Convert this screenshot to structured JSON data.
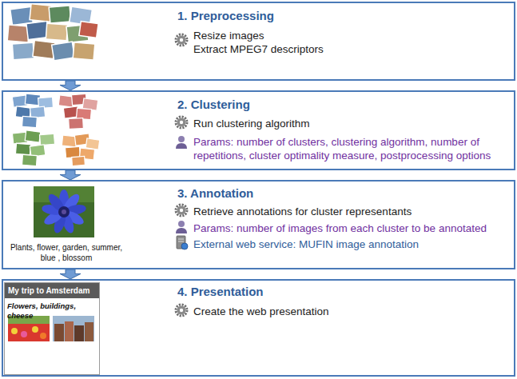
{
  "diagram": {
    "nodes": [
      {
        "text": [
          "1. Preprocessing",
          "Resize images",
          "Extract MPEG7 descriptors"
        ]
      },
      {
        "text": [
          "2. Clustering",
          "Run clustering algorithm",
          "Params: number of clusters, clustering algorithm, number of repetitions, cluster optimality measure, postprocessing options"
        ]
      },
      {
        "text": [
          "3. Annotation",
          "Retrieve annotations for cluster representants",
          "Params: number of images from each cluster to be annotated",
          "External web service: MUFIN image annotation",
          "Plants, flower, garden, summer, blue , blossom"
        ]
      },
      {
        "text": [
          "4. Presentation",
          "Create the web presentation"
        ]
      },
      {
        "text": [
          "My trip to Amsterdam",
          "Flowers, buildings, cheese"
        ],
        "in": 3
      }
    ],
    "edges": [
      {
        "from": 0,
        "to": 1,
        "arrow": "to"
      },
      {
        "from": 1,
        "to": 2,
        "arrow": "to"
      },
      {
        "from": 2,
        "to": 3,
        "arrow": "to"
      }
    ]
  }
}
